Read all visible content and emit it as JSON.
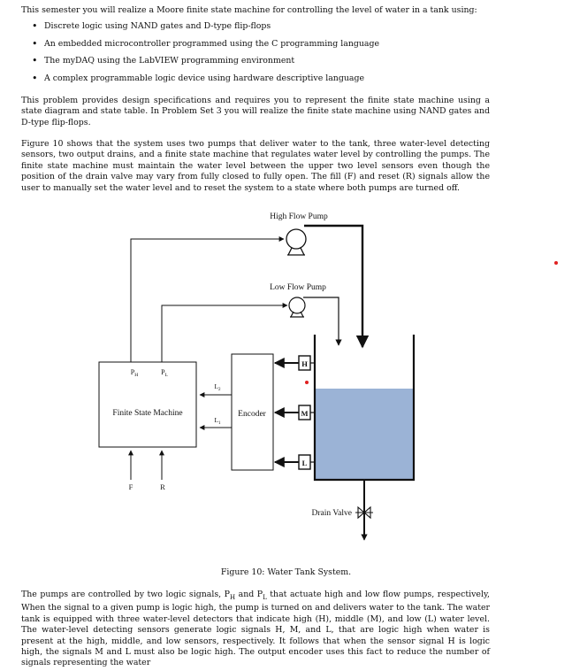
{
  "intro": "This semester you will realize a Moore finite state machine for controlling the level of water in a tank using:",
  "bullets": [
    "Discrete logic using NAND gates and D-type flip-flops",
    "An embedded microcontroller programmed using the C programming language",
    "The myDAQ using the LabVIEW programming environment",
    "A complex programmable logic device using hardware descriptive language"
  ],
  "para1": "This problem provides design specifications and requires you to represent the finite state machine using a state diagram and state table. In Problem Set 3 you will realize the finite state machine using NAND gates and D-type flip-flops.",
  "para2": "Figure 10 shows that the system uses two pumps that deliver water to the tank, three water-level detecting sensors, two output drains, and a finite state machine that regulates water level by controlling the pumps. The finite state machine must maintain the water level between the upper two level sensors even though the position of the drain valve may vary from fully closed to fully open. The fill (F) and reset (R) signals allow the user to manually set the water level and to reset the system to a state where both pumps are turned off.",
  "diagram": {
    "high_flow_pump": "High Flow Pump",
    "low_flow_pump": "Low Flow Pump",
    "fsm": "Finite State Machine",
    "encoder": "Encoder",
    "ph": "P",
    "ph_sub": "H",
    "pl": "P",
    "pl_sub": "L",
    "l2": "L",
    "l2_sub": "2",
    "l1": "L",
    "l1_sub": "1",
    "sensor_h": "H",
    "sensor_m": "M",
    "sensor_l": "L",
    "f": "F",
    "r": "R",
    "drain_valve": "Drain Valve",
    "water_color": "#9bb3d6"
  },
  "caption": "Figure 10: Water Tank System.",
  "para3_a": "The pumps are controlled by two logic signals, P",
  "para3_sub1": "H",
  "para3_b": " and P",
  "para3_sub2": "L",
  "para3_c": " that actuate high and low flow pumps, respectively, When the signal to a given pump is logic high, the pump is turned on and delivers water to the tank. The water tank is equipped with three water-level detectors that indicate high (H), middle (M), and low (L) water level. The water-level detecting sensors generate logic signals H, M, and L, that are logic high when water is present at the high, middle, and low sensors, respectively. It follows that when the sensor signal H is logic high, the signals M and L must also be logic high. The output encoder uses this fact to reduce the number of signals representing the water"
}
